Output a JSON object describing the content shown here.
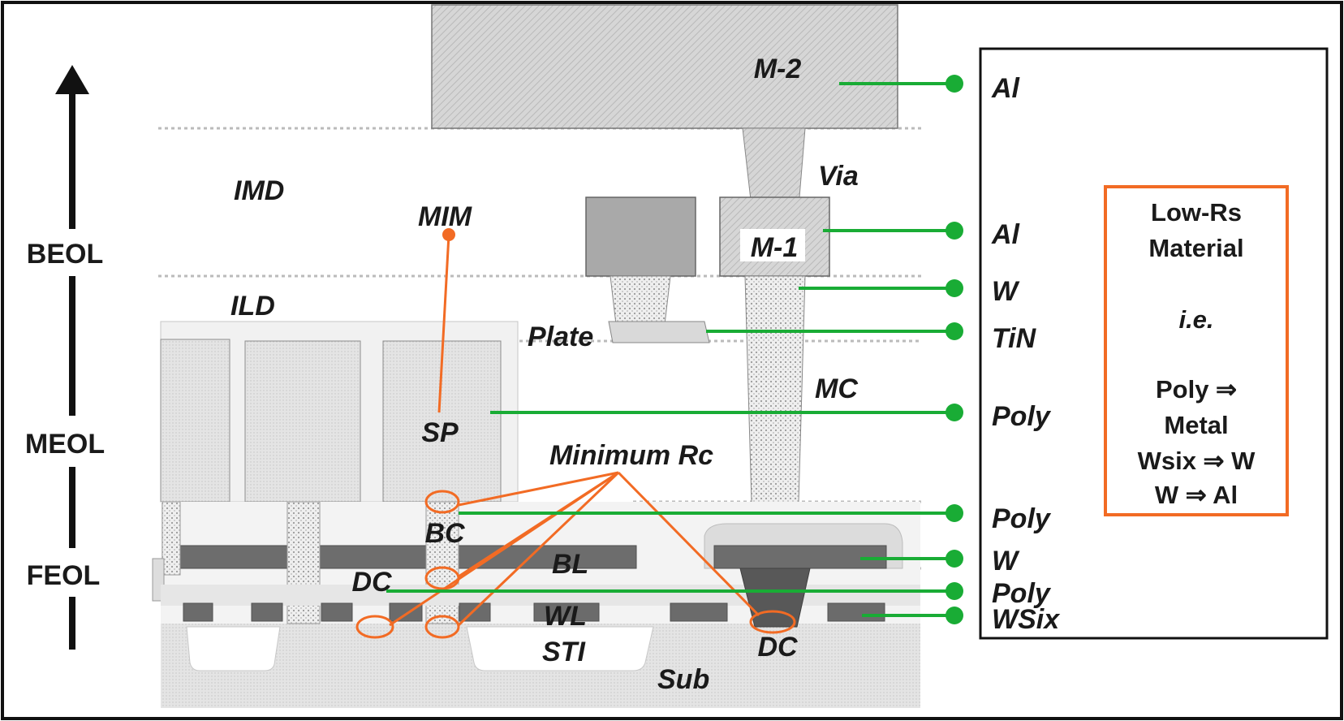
{
  "layers": {
    "beol": "BEOL",
    "meol": "MEOL",
    "feol": "FEOL"
  },
  "regions": {
    "imd": "IMD",
    "ild": "ILD",
    "mim": "MIM",
    "sp": "SP",
    "plate": "Plate",
    "via": "Via",
    "mc": "MC",
    "m2": "M-2",
    "m1": "M-1",
    "bc": "BC",
    "bl": "BL",
    "dc_left": "DC",
    "dc_right": "DC",
    "wl": "WL",
    "sti": "STI",
    "sub": "Sub",
    "minimum_rc": "Minimum Rc"
  },
  "materials": [
    "Al",
    "Al",
    "W",
    "TiN",
    "Poly",
    "Poly",
    "W",
    "Poly",
    "WSix"
  ],
  "note": {
    "title_line1": "Low-Rs",
    "title_line2": "Material",
    "ie": "i.e.",
    "line1": "Poly ⇒",
    "line2": "Metal",
    "line3": "Wsix ⇒ W",
    "line4": "W ⇒ Al"
  },
  "colors": {
    "leader_green": "#19ac35",
    "annotation_orange": "#f26b24",
    "frame": "#111111"
  },
  "icons": {
    "axis_arrow": "arrow-up-icon"
  }
}
